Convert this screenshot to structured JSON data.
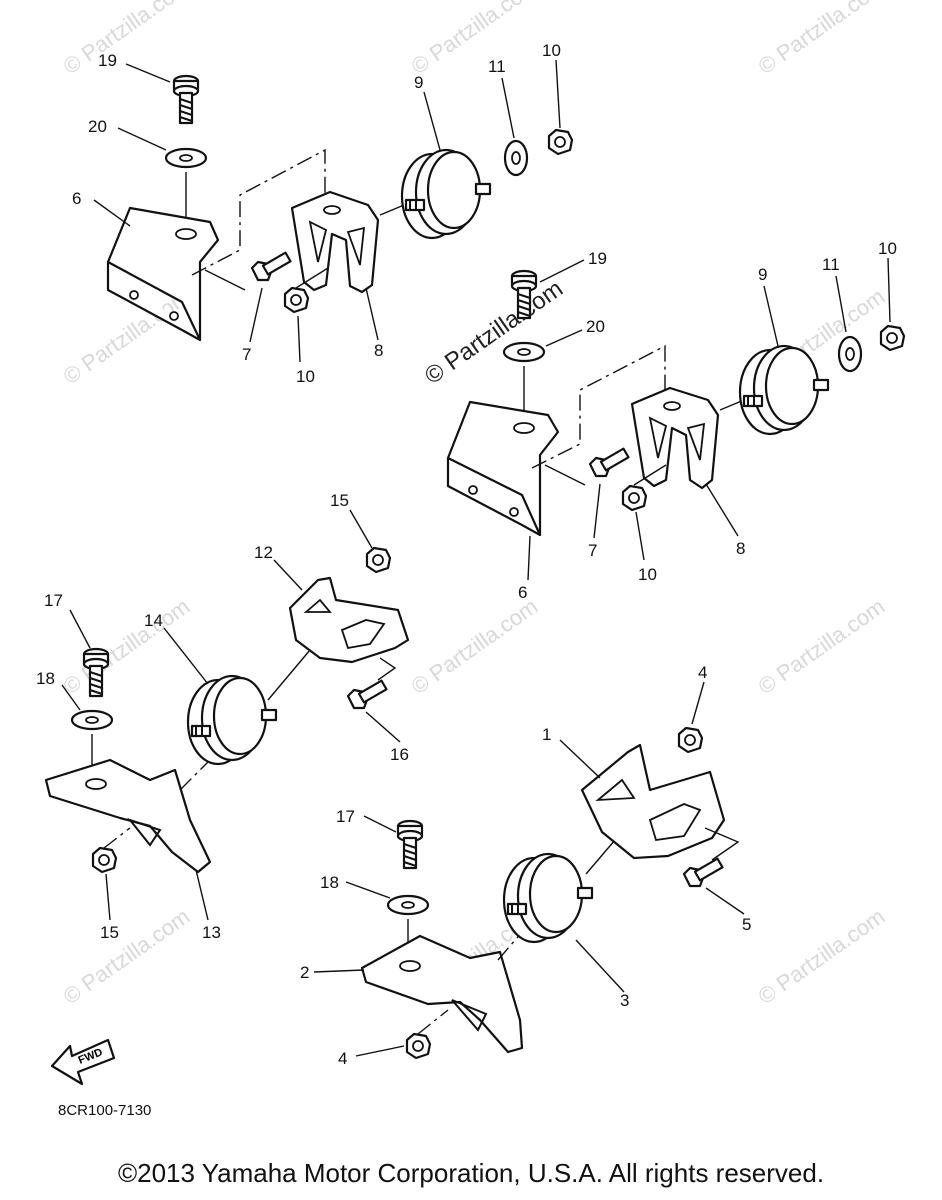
{
  "diagram": {
    "code": "8CR100-7130",
    "copyright": "©2013  Yamaha Motor Corporation, U.S.A. All rights reserved.",
    "fwd_label": "FWD",
    "watermark": "© Partzilla.com",
    "callouts": {
      "c19a": "19",
      "c20a": "20",
      "c6a": "6",
      "c9a": "9",
      "c11a": "11",
      "c10a": "10",
      "c7a": "7",
      "c10b": "10",
      "c8a": "8",
      "c19b": "19",
      "c20b": "20",
      "c9b": "9",
      "c11b": "11",
      "c10c": "10",
      "c7b": "7",
      "c10d": "10",
      "c8b": "8",
      "c6b": "6",
      "c15a": "15",
      "c12": "12",
      "c17a": "17",
      "c14": "14",
      "c18a": "18",
      "c16": "16",
      "c15b": "15",
      "c13": "13",
      "c4a": "4",
      "c1": "1",
      "c17b": "17",
      "c18b": "18",
      "c5": "5",
      "c2": "2",
      "c3": "3",
      "c4b": "4"
    }
  }
}
